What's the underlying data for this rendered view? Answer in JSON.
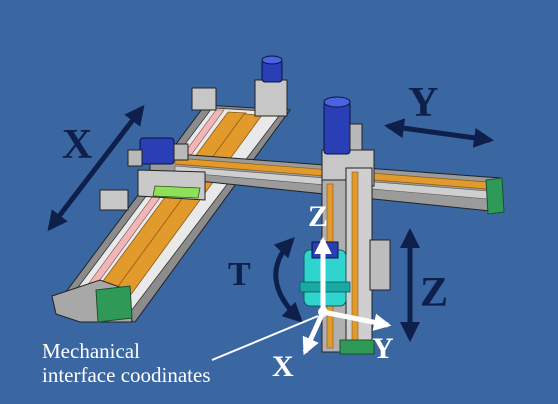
{
  "labels": {
    "x_axis": "X",
    "y_axis": "Y",
    "z_axis": "Z",
    "t_axis": "T",
    "z_tool": "Z",
    "x_tool": "X",
    "y_tool": "Y"
  },
  "caption": {
    "line1": "Mechanical",
    "line2": "interface coodinates"
  },
  "colors": {
    "background": "#3a67a1",
    "arrow_dark": "#0d1f4a",
    "arrow_white": "#ffffff",
    "rail_orange": "#e39a2c",
    "motor_blue": "#2a3fb5",
    "frame_gray": "#b9b9b9",
    "gripper_cyan": "#2fd4cf"
  }
}
